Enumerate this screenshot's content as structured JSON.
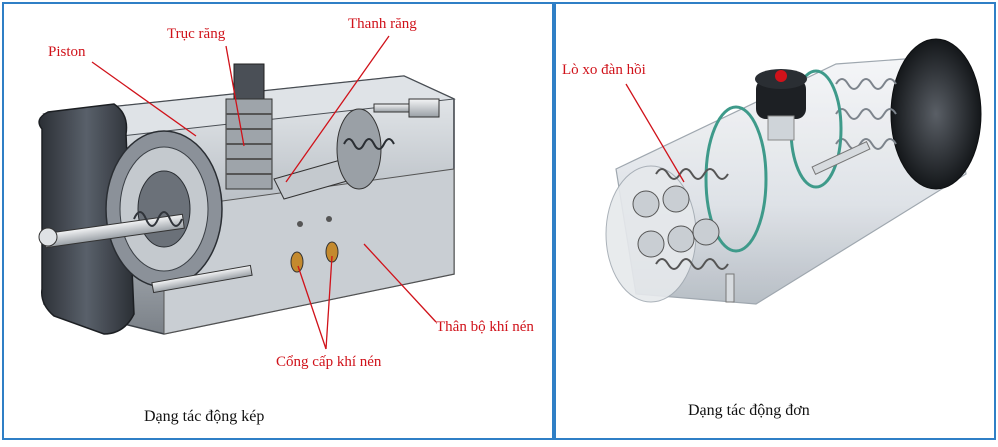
{
  "left_diagram": {
    "caption": "Dạng tác động kép",
    "labels": {
      "piston": "Piston",
      "pinion": "Trục răng",
      "rack": "Thanh răng",
      "body": "Thân bộ khí nén",
      "air_ports": "Cổng cấp khí nén"
    }
  },
  "right_diagram": {
    "caption": "Dạng tác động đơn",
    "labels": {
      "spring": "Lò xo đàn hồi"
    }
  },
  "colors": {
    "border": "#2f7fc6",
    "label": "#d0121a",
    "caption": "#111111"
  }
}
